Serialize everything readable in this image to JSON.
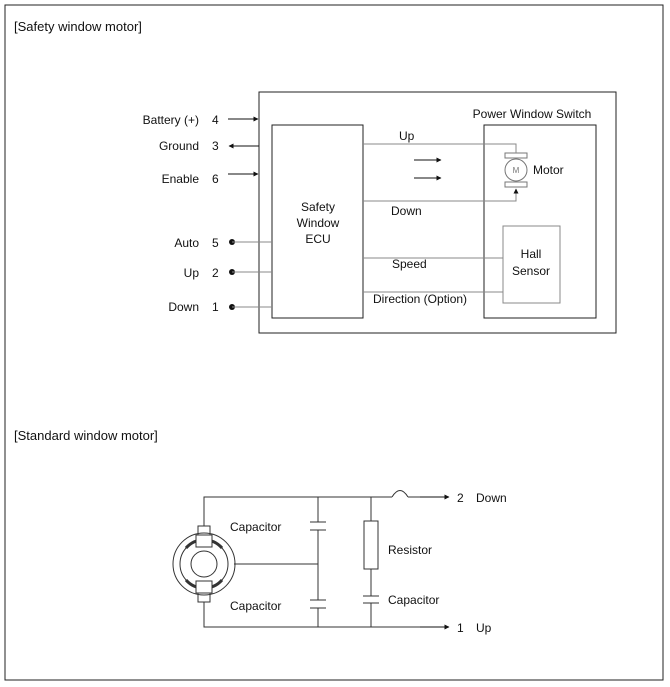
{
  "safety": {
    "section_title": "[Safety window motor]",
    "pins": [
      {
        "name": "Battery (+)",
        "num": "4"
      },
      {
        "name": "Ground",
        "num": "3"
      },
      {
        "name": "Enable",
        "num": "6"
      },
      {
        "name": "Auto",
        "num": "5"
      },
      {
        "name": "Up",
        "num": "2"
      },
      {
        "name": "Down",
        "num": "1"
      }
    ],
    "ecu_lines": [
      "Safety",
      "Window",
      "ECU"
    ],
    "switch_title": "Power  Window Switch",
    "motor_label": "Motor",
    "motor_symbol": "M",
    "hall_lines": [
      "Hall",
      "Sensor"
    ],
    "signal_labels": {
      "up": "Up",
      "down": "Down",
      "speed": "Speed",
      "direction": "Direction (Option)"
    }
  },
  "standard": {
    "section_title": "[Standard window motor]",
    "capacitor_top": "Capacitor",
    "capacitor_bottom": "Capacitor",
    "resistor": "Resistor",
    "capacitor_right": "Capacitor",
    "terminal_down_num": "2",
    "terminal_down": "Down",
    "terminal_up_num": "1",
    "terminal_up": "Up"
  }
}
